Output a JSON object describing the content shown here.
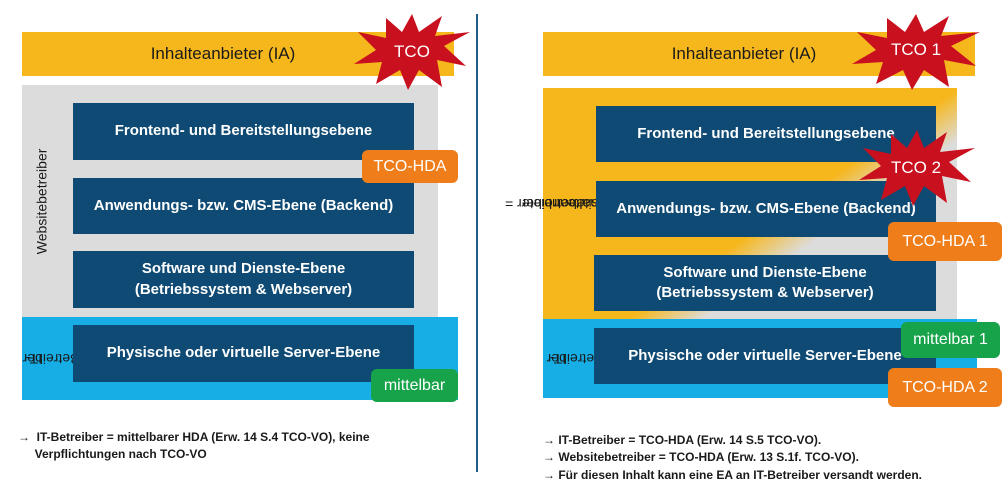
{
  "left": {
    "content_provider": "Inhalteanbieter (IA)",
    "tco_burst": "TCO",
    "operator_label": "Websitebetreiber",
    "layers": {
      "frontend": "Frontend- und Bereitstellungsebene",
      "application": "Anwendungs- bzw. CMS-Ebene (Backend)",
      "software_line1": "Software und Dienste-Ebene",
      "software_line2": "(Betriebssystem & Webserver)",
      "server": "Physische oder virtuelle Server-Ebene"
    },
    "it_label_line1": "IT-",
    "it_label_line2": "Betreiber",
    "badge_tco_hda": "TCO-HDA",
    "badge_mittelbar": "mittelbar",
    "notes": [
      "→  IT-Betreiber = mittelbarer HDA (Erw. 14 S.4 TCO-VO), keine",
      "     Verpflichtungen nach TCO-VO"
    ]
  },
  "right": {
    "content_provider": "Inhalteanbieter (IA)",
    "tco_burst_1": "TCO 1",
    "tco_burst_2": "TCO 2",
    "operator_label_line1": "Inhalteanbieter =",
    "operator_label_line2": "Websitebetreiber",
    "layers": {
      "frontend": "Frontend- und Bereitstellungsebene",
      "application": "Anwendungs- bzw. CMS-Ebene (Backend)",
      "software_line1": "Software und Dienste-Ebene",
      "software_line2": "(Betriebssystem & Webserver)",
      "server": "Physische oder virtuelle Server-Ebene"
    },
    "it_label_line1": "IT-",
    "it_label_line2": "Betreiber",
    "badge_tco_hda_1": "TCO-HDA 1",
    "badge_mittelbar_1": "mittelbar 1",
    "badge_tco_hda_2": "TCO-HDA 2",
    "notes": [
      "→ IT-Betreiber = TCO-HDA (Erw. 14 S.5 TCO-VO).",
      "→ Websitebetreiber = TCO-HDA (Erw. 13 S.1f. TCO-VO).",
      "→ Für diesen Inhalt kann eine EA an IT-Betreiber versandt werden."
    ]
  },
  "colors": {
    "yellow": "#f6b71d",
    "navy": "#0e4a73",
    "grey": "#dcdcdc",
    "light_blue": "#17aee6",
    "orange": "#ef7d1a",
    "green": "#17a34a",
    "burst_red": "#c8101e"
  }
}
